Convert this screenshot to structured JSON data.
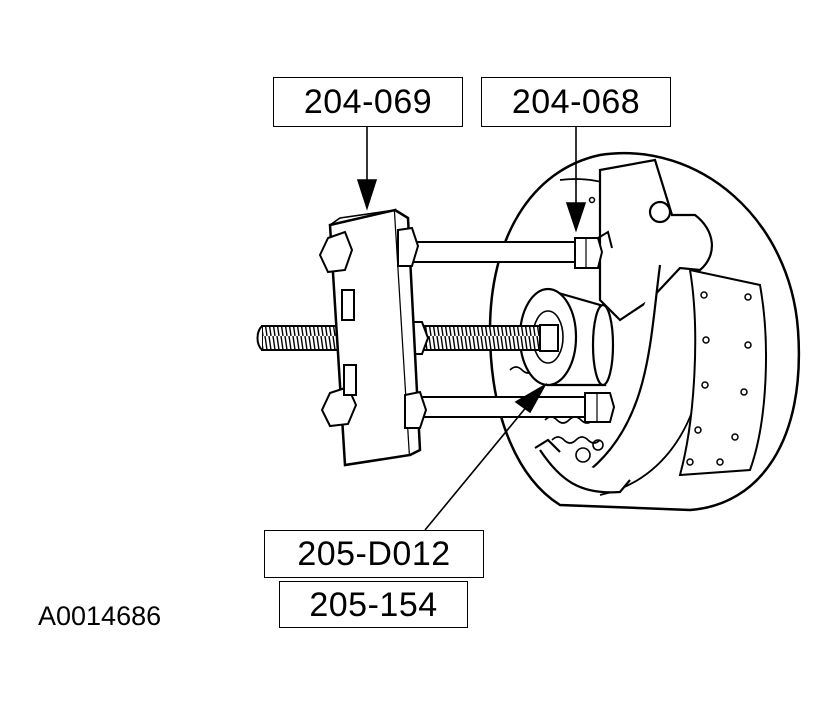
{
  "callouts": {
    "tool_a": "204-069",
    "tool_b": "204-068",
    "tool_c": "205-D012",
    "tool_d": "205-154"
  },
  "figure_id": "A0014686",
  "colors": {
    "line": "#000000",
    "background": "#ffffff"
  }
}
